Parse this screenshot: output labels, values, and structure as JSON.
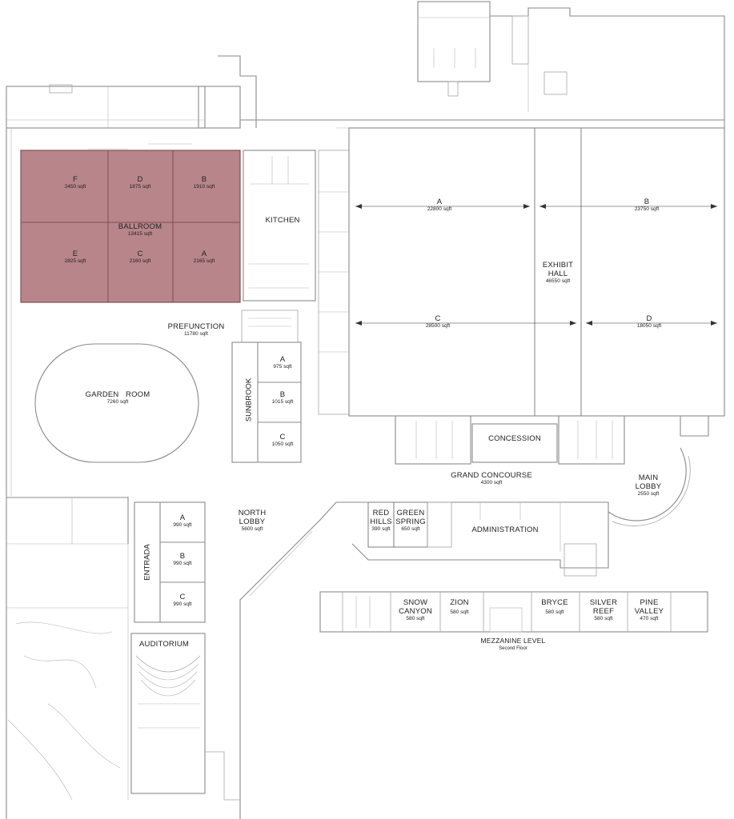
{
  "ballroom": {
    "name": "BALLROOM",
    "sqft": "13415 sqft",
    "sections": [
      {
        "name": "F",
        "sqft": "2450 sqft"
      },
      {
        "name": "D",
        "sqft": "1875 sqft"
      },
      {
        "name": "B",
        "sqft": "1910 sqft"
      },
      {
        "name": "E",
        "sqft": "2825 sqft"
      },
      {
        "name": "C",
        "sqft": "2160 sqft"
      },
      {
        "name": "A",
        "sqft": "2165 sqft"
      }
    ],
    "highlight_color": "#b8858b"
  },
  "kitchen": {
    "name": "KITCHEN"
  },
  "prefunction": {
    "name": "PREFUNCTION",
    "sqft": "11780 sqft"
  },
  "garden_room": {
    "name": "GARDEN   ROOM",
    "sqft": "7260 sqft"
  },
  "sunbrook": {
    "name": "SUNBROOK",
    "rooms": [
      {
        "name": "A",
        "sqft": "975 sqft"
      },
      {
        "name": "B",
        "sqft": "1015 sqft"
      },
      {
        "name": "C",
        "sqft": "1050 sqft"
      }
    ]
  },
  "exhibit_hall": {
    "name_line1": "EXHIBIT",
    "name_line2": "HALL",
    "sqft": "46550 sqft",
    "sections": [
      {
        "name": "A",
        "sqft": "22800 sqft"
      },
      {
        "name": "B",
        "sqft": "23750 sqft"
      },
      {
        "name": "C",
        "sqft": "28500 sqft"
      },
      {
        "name": "D",
        "sqft": "18050 sqft"
      }
    ]
  },
  "concession": {
    "name": "CONCESSION"
  },
  "grand_concourse": {
    "name": "GRAND CONCOURSE",
    "sqft": "4300 sqft"
  },
  "main_lobby": {
    "name_line1": "MAIN",
    "name_line2": "LOBBY",
    "sqft": "2550 sqft"
  },
  "north_lobby": {
    "name_line1": "NORTH",
    "name_line2": "LOBBY",
    "sqft": "5600 sqft"
  },
  "entrada": {
    "name": "ENTRADA",
    "rooms": [
      {
        "name": "A",
        "sqft": "990 sqft"
      },
      {
        "name": "B",
        "sqft": "990 sqft"
      },
      {
        "name": "C",
        "sqft": "990 sqft"
      }
    ]
  },
  "red_hills": {
    "name_line1": "RED",
    "name_line2": "HILLS",
    "sqft": "390 sqft"
  },
  "green_spring": {
    "name_line1": "GREEN",
    "name_line2": "SPRING",
    "sqft": "650 sqft"
  },
  "administration": {
    "name": "ADMINISTRATION"
  },
  "auditorium": {
    "name": "AUDITORIUM"
  },
  "mezzanine": {
    "title": "MEZZANINE LEVEL",
    "subtitle": "Second Floor",
    "rooms": [
      {
        "line1": "SNOW",
        "line2": "CANYON",
        "sqft": "580 sqft"
      },
      {
        "line1": "ZION",
        "line2": "",
        "sqft": "580 sqft"
      },
      {
        "line1": "BRYCE",
        "line2": "",
        "sqft": "580 sqft"
      },
      {
        "line1": "SILVER",
        "line2": "REEF",
        "sqft": "580 sqft"
      },
      {
        "line1": "PINE",
        "line2": "VALLEY",
        "sqft": "470 sqft"
      }
    ]
  }
}
